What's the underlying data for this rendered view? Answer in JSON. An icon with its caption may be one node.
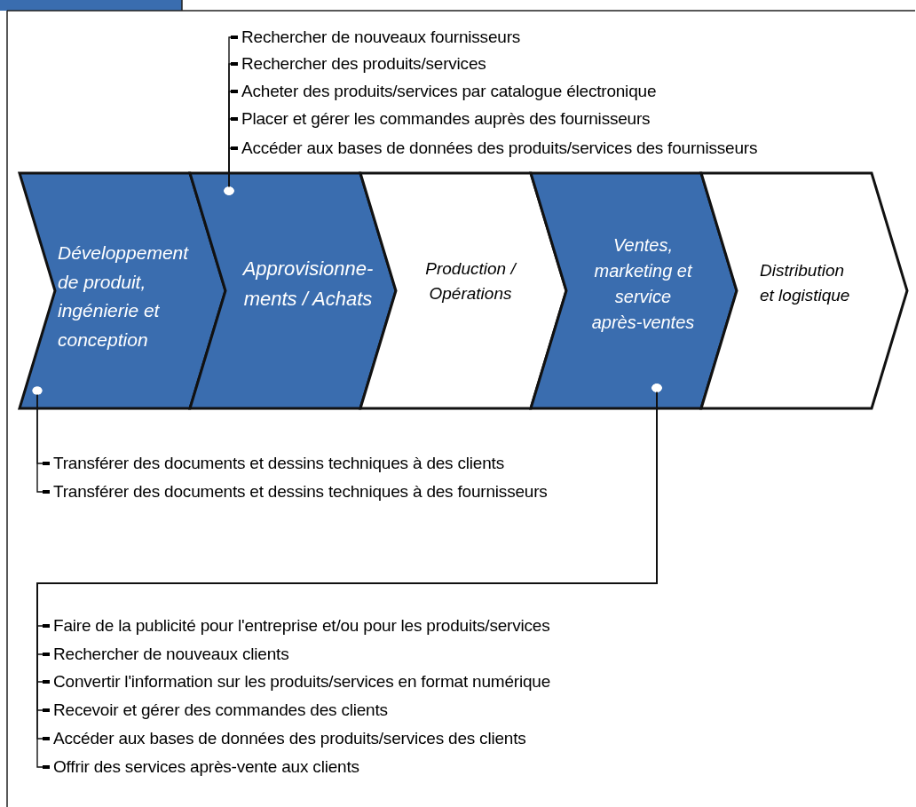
{
  "diagram": {
    "nodes": [
      {
        "text": [
          "Développement de produit, ingénierie et conception"
        ]
      },
      {
        "text": [
          "Approvisionne- ments / Achats"
        ]
      },
      {
        "text": [
          "Production / Opérations"
        ]
      },
      {
        "text": [
          "Ventes, marketing et service après-ventes"
        ]
      },
      {
        "text": [
          "Distribution et logistique"
        ]
      },
      {
        "text": [
          "Rechercher de nouveaux fournisseurs"
        ]
      },
      {
        "text": [
          "Rechercher des produits/services"
        ]
      },
      {
        "text": [
          "Acheter des produits/services par catalogue électronique"
        ]
      },
      {
        "text": [
          "Placer et gérer les commandes auprès des fournisseurs"
        ]
      },
      {
        "text": [
          "Accéder aux bases de données des produits/services des fournisseurs"
        ]
      },
      {
        "text": [
          "Transférer des documents et dessins techniques à des clients"
        ]
      },
      {
        "text": [
          "Transférer des documents et dessins techniques à des fournisseurs"
        ]
      },
      {
        "text": [
          "Faire de la publicité pour l'entreprise et/ou pour les produits/services"
        ]
      },
      {
        "text": [
          "Rechercher de nouveaux clients"
        ]
      },
      {
        "text": [
          "Convertir l'information sur les produits/services en format numérique"
        ]
      },
      {
        "text": [
          "Recevoir et gérer des commandes des clients"
        ]
      },
      {
        "text": [
          "Accéder aux bases de données des produits/services des clients"
        ]
      },
      {
        "text": [
          "Offrir des services après-vente aux clients"
        ]
      }
    ],
    "edges": [
      {
        "from": 5,
        "to": 1,
        "arrow": "other"
      },
      {
        "from": 6,
        "to": 1,
        "arrow": "other"
      },
      {
        "from": 7,
        "to": 1,
        "arrow": "other"
      },
      {
        "from": 8,
        "to": 1,
        "arrow": "other"
      },
      {
        "from": 9,
        "to": 1,
        "arrow": "other"
      },
      {
        "from": 10,
        "to": 0,
        "arrow": "other"
      },
      {
        "from": 11,
        "to": 0,
        "arrow": "other"
      },
      {
        "from": 12,
        "to": 3,
        "arrow": "other"
      },
      {
        "from": 13,
        "to": 3,
        "arrow": "other"
      },
      {
        "from": 14,
        "to": 3,
        "arrow": "other"
      },
      {
        "from": 15,
        "to": 3,
        "arrow": "other"
      },
      {
        "from": 16,
        "to": 3,
        "arrow": "other"
      },
      {
        "from": 17,
        "to": 3,
        "arrow": "other"
      }
    ]
  }
}
